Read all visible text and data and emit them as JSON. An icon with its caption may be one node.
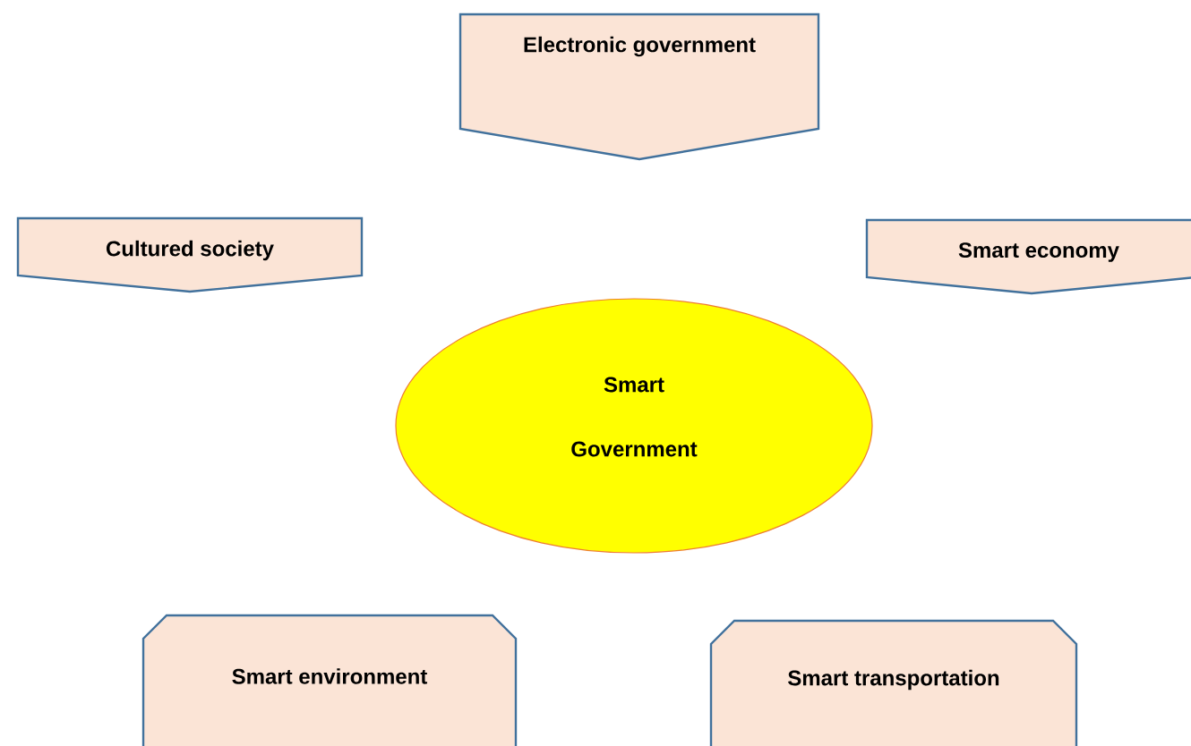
{
  "diagram": {
    "nodes": [
      {
        "text": [
          "Electronic government"
        ]
      },
      {
        "text": [
          "Cultured society"
        ]
      },
      {
        "text": [
          "Smart economy"
        ]
      },
      {
        "text": [
          "Smart Government"
        ]
      },
      {
        "text": [
          "Smart environment"
        ]
      },
      {
        "text": [
          "Smart transportation"
        ]
      }
    ]
  }
}
